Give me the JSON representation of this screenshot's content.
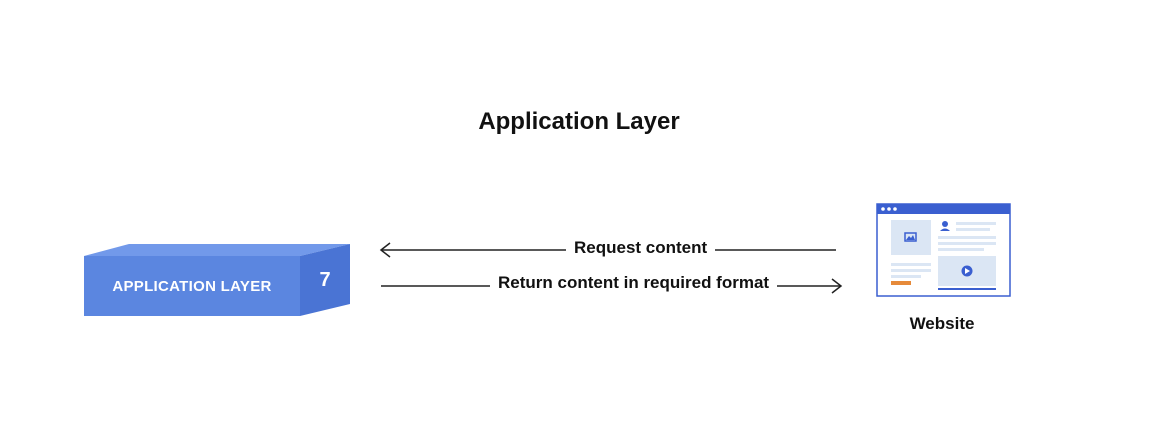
{
  "title": "Application Layer",
  "layer_box": {
    "label": "APPLICATION LAYER",
    "number": "7"
  },
  "arrows": {
    "request": "Request content",
    "return": "Return content in required format"
  },
  "website": {
    "label": "Website",
    "icon": "website-icon"
  },
  "colors": {
    "box_front": "#5b86e0",
    "box_top": "#7299ea",
    "box_side": "#4a74d4",
    "browser_accent": "#3a5fd0",
    "panel": "#dbe6f4",
    "orange": "#e68a3a"
  }
}
